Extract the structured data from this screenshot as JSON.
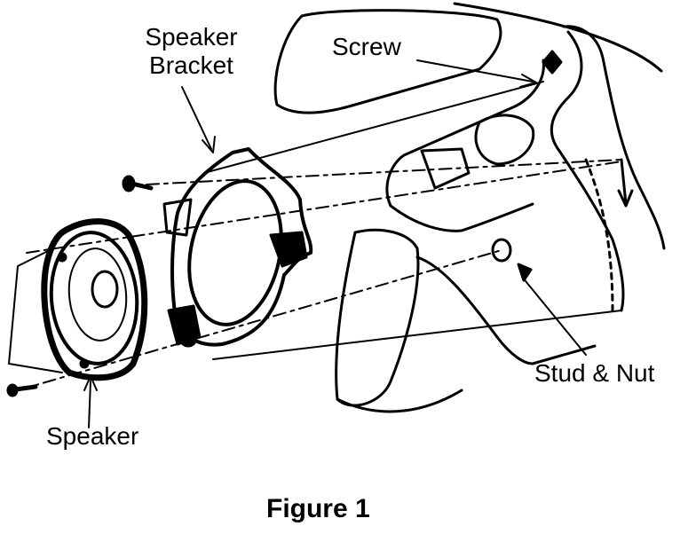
{
  "labels": {
    "speaker_bracket_line1": "Speaker",
    "speaker_bracket_line2": "Bracket",
    "screw": "Screw",
    "stud_nut": "Stud & Nut",
    "speaker": "Speaker",
    "figure": "Figure 1"
  },
  "colors": {
    "ink": "#000000",
    "paper": "#ffffff"
  }
}
